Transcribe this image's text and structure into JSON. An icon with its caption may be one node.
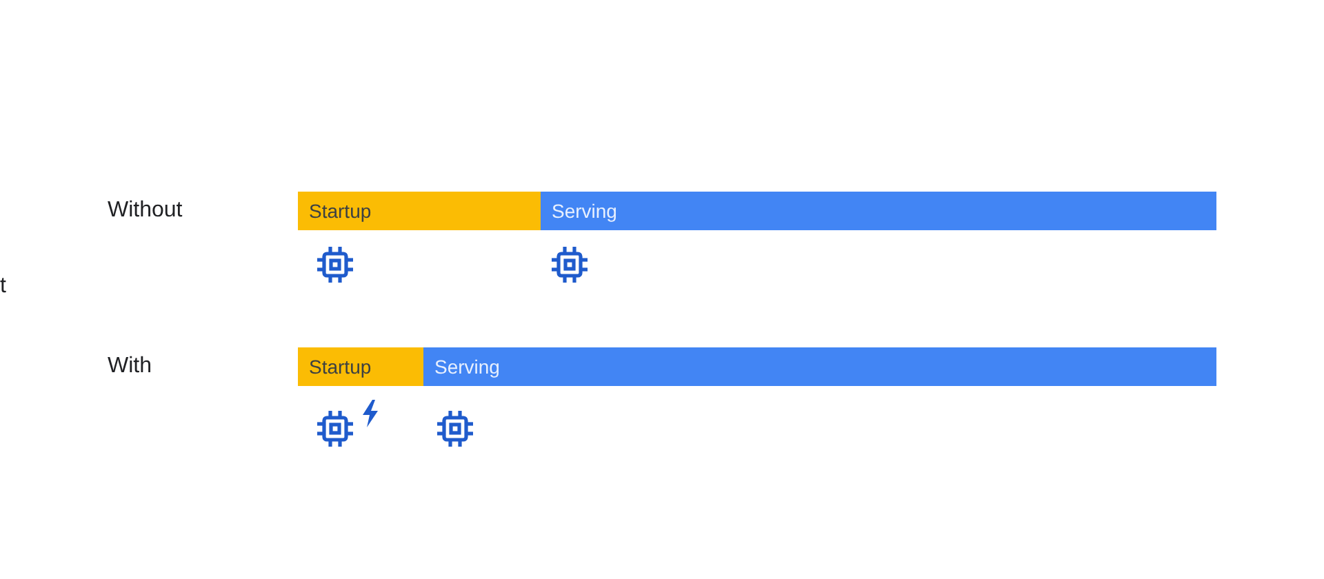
{
  "diagram": {
    "nodes": [
      {
        "text": [
          "Startup"
        ]
      },
      {
        "text": [
          "Serving"
        ]
      },
      {
        "text": [
          "Startup"
        ]
      },
      {
        "text": [
          "Serving"
        ]
      }
    ],
    "labels": [
      "Without",
      "t",
      "With"
    ]
  }
}
